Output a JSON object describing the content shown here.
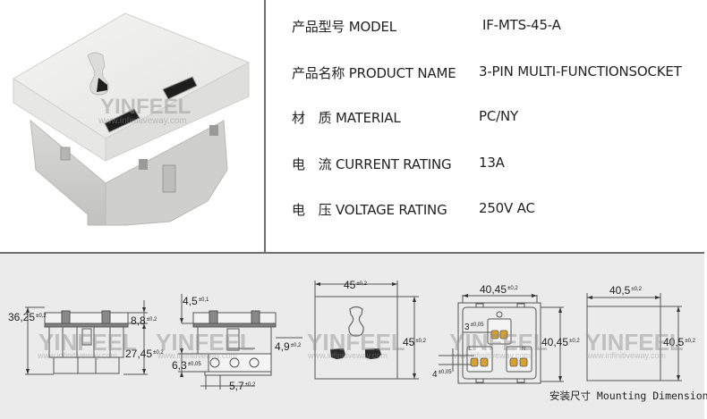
{
  "specs": [
    {
      "label_cn": "产品型号",
      "label_en": "MODEL",
      "value": "IF-MTS-45-A"
    },
    {
      "label_cn": "产品名称",
      "label_en": "PRODUCT NAME",
      "value": "3-PIN MULTI-FUNCTIONSOCKET"
    },
    {
      "label_cn": "材　质",
      "label_en": "MATERIAL",
      "value": "PC/NY"
    },
    {
      "label_cn": "电　流",
      "label_en": "CURRENT RATING",
      "value": "13A"
    },
    {
      "label_cn": "电　压",
      "label_en": "VOLTAGE RATING",
      "value": "250V AC"
    }
  ],
  "watermark": {
    "brand": "YINFEEL",
    "url": "www.infinitiveway.com"
  },
  "dimensions": {
    "side_total_height": {
      "value": "36,25",
      "tol": "±0,2"
    },
    "side_top_height": {
      "value": "8,8",
      "tol": "±0,2"
    },
    "side_body_height": {
      "value": "27,45",
      "tol": "±0,2"
    },
    "back_top_offset": {
      "value": "4,5",
      "tol": "±0,1"
    },
    "back_clip_width": {
      "value": "4,9",
      "tol": "±0,2"
    },
    "back_terminal_height": {
      "value": "6,3",
      "tol": "±0,05"
    },
    "back_terminal_pitch": {
      "value": "5,7",
      "tol": "±0,2"
    },
    "front_width": {
      "value": "45",
      "tol": "±0,2"
    },
    "front_height": {
      "value": "45",
      "tol": "±0,2"
    },
    "rear_width": {
      "value": "40,45",
      "tol": "±0,2"
    },
    "rear_height": {
      "value": "40,45",
      "tol": "±0,2"
    },
    "rear_pin_offset": {
      "value": "3",
      "tol": "±0,05"
    },
    "rear_pin_gap": {
      "value": "4",
      "tol": "±0,05"
    },
    "mount_width": {
      "value": "40,5",
      "tol": "±0,2"
    },
    "mount_height": {
      "value": "40,5",
      "tol": "±0,2"
    }
  },
  "terminal_labels": {
    "live": "L",
    "neutral": "N"
  },
  "caption": "安装尺寸 Mounting Dimension"
}
